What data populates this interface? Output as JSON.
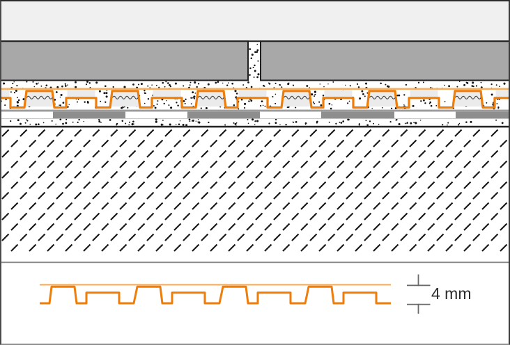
{
  "diagram": {
    "type": "construction-cross-section",
    "dimension_label": "4 mm",
    "layers": [
      "space-above-covering",
      "tile-covering",
      "grout-joint",
      "thin-bed-mortar-upper",
      "uncoupling-membrane",
      "support-line",
      "bonding-strip-layer",
      "thin-bed-mortar-lower",
      "screed-substrate",
      "membrane-profile-detail",
      "thickness-dimension"
    ],
    "colors": {
      "background": "#ffffff",
      "space_above": "#f0f0f0",
      "tile_gray": "#a8a8a8",
      "outline_dark": "#1f1f1f",
      "membrane_orange": "#ee7d0a",
      "membrane_fleece_orange": "#f4b065",
      "cavity_gray": "#ebebeb",
      "speckle_dark": "#151515",
      "support_line_gray": "#9c9c9c",
      "strip_gray": "#8e8e8e",
      "strip_white": "#ffffff",
      "dark_line": "#262626",
      "hatch_dark": "#1a1a1a",
      "substrate_bottom_gray": "#8a8a8a",
      "dimension_line_gray": "#6a6a6a",
      "dimension_text": "#2b2b2b",
      "wave_line": "#3a3a3a"
    }
  }
}
